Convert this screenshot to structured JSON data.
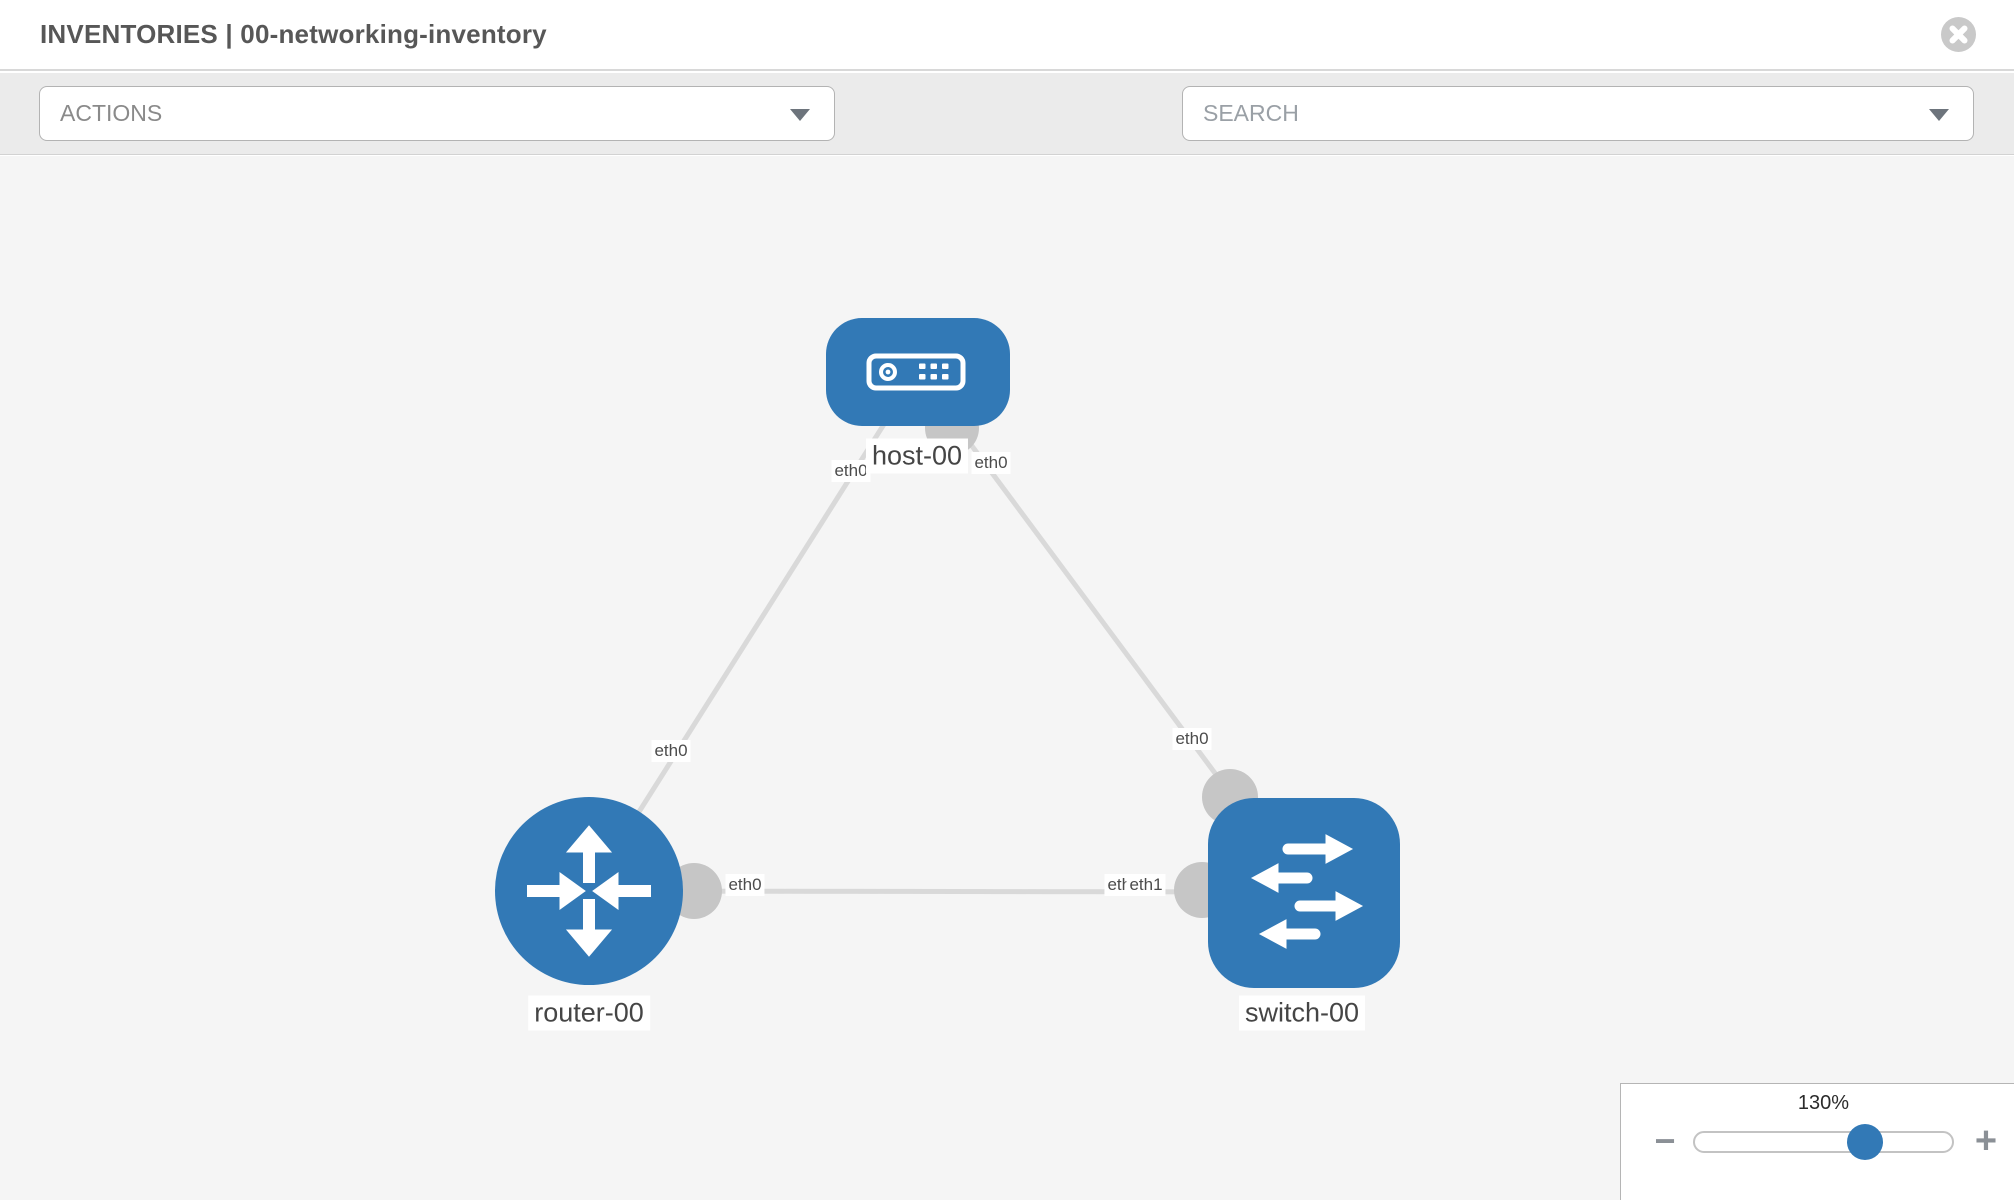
{
  "header": {
    "title": "INVENTORIES | 00-networking-inventory"
  },
  "toolbar": {
    "actions_label": "ACTIONS",
    "search_placeholder": "SEARCH"
  },
  "topology": {
    "nodes": [
      {
        "id": "host-00",
        "type": "host",
        "label": "host-00"
      },
      {
        "id": "router-00",
        "type": "router",
        "label": "router-00"
      },
      {
        "id": "switch-00",
        "type": "switch",
        "label": "switch-00"
      }
    ],
    "links": [
      {
        "from": "host-00",
        "from_interface": "eth0",
        "to": "router-00",
        "to_interface": "eth0"
      },
      {
        "from": "host-00",
        "from_interface": "eth0",
        "to": "switch-00",
        "to_interface": "eth0"
      },
      {
        "from": "router-00",
        "from_interface": "eth0",
        "to": "switch-00",
        "to_interface": "eth1"
      }
    ],
    "node_labels": [
      "host-00",
      "router-00",
      "switch-00"
    ],
    "interface_labels": [
      "eth0",
      "eth0",
      "eth0",
      "eth0",
      "eth0",
      "eth0",
      "eth1"
    ]
  },
  "zoom_control": {
    "level": "130%",
    "zoom_out_label": "−",
    "zoom_in_label": "+"
  },
  "colors": {
    "node_blue": "#3279b6",
    "link_gray": "#d9d9d9",
    "bubble_gray": "#c6c6c6",
    "canvas_bg": "#f5f5f5",
    "icon_gray": "#868d94"
  }
}
